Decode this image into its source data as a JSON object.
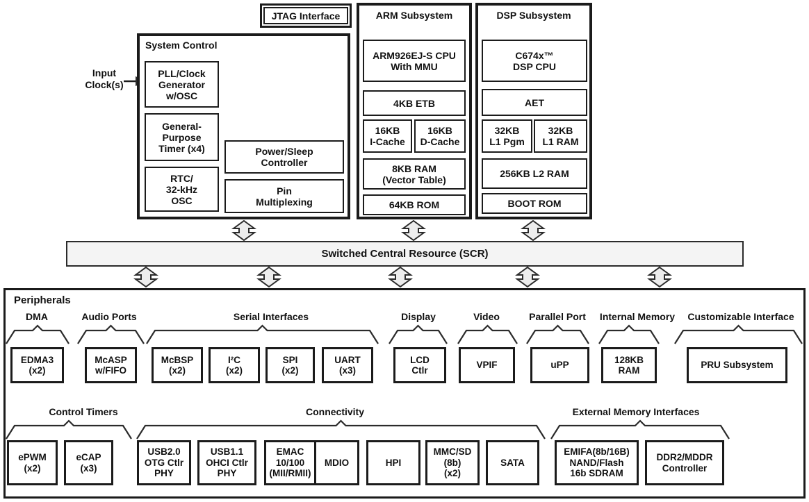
{
  "top": {
    "input_clock": [
      "Input",
      "Clock(s)"
    ],
    "jtag_label": "JTAG Interface"
  },
  "system_control": {
    "title": "System Control",
    "pll": [
      "PLL/Clock",
      "Generator",
      "w/OSC"
    ],
    "gp_timer": [
      "General-",
      "Purpose",
      "Timer (x4)"
    ],
    "rtc": [
      "RTC/",
      "32-kHz",
      "OSC"
    ],
    "power_sleep": [
      "Power/Sleep",
      "Controller"
    ],
    "pin_mux": [
      "Pin",
      "Multiplexing"
    ]
  },
  "arm_subsystem": {
    "title": "ARM Subsystem",
    "cpu": [
      "ARM926EJ-S CPU",
      "With MMU"
    ],
    "etb": "4KB ETB",
    "icache": [
      "16KB",
      "I-Cache"
    ],
    "dcache": [
      "16KB",
      "D-Cache"
    ],
    "vector_ram": [
      "8KB RAM",
      "(Vector Table)"
    ],
    "rom": "64KB ROM"
  },
  "dsp_subsystem": {
    "title": "DSP Subsystem",
    "cpu": [
      "C674x™",
      "DSP CPU"
    ],
    "aet": "AET",
    "l1_pgm": [
      "32KB",
      "L1 Pgm"
    ],
    "l1_ram": [
      "32KB",
      "L1 RAM"
    ],
    "l2_ram": "256KB L2 RAM",
    "boot_rom": "BOOT ROM"
  },
  "scr": {
    "label": "Switched Central Resource (SCR)"
  },
  "peripherals": {
    "title": "Peripherals",
    "row1": {
      "dma_label": "DMA",
      "audio_label": "Audio Ports",
      "serial_label": "Serial Interfaces",
      "display_label": "Display",
      "video_label": "Video",
      "parallel_label": "Parallel Port",
      "intmem_label": "Internal Memory",
      "custom_label": "Customizable Interface",
      "edma3": [
        "EDMA3",
        "(x2)"
      ],
      "mcasp": [
        "McASP",
        "w/FIFO"
      ],
      "mcbsp": [
        "McBSP",
        "(x2)"
      ],
      "i2c": [
        "I²C",
        "(x2)"
      ],
      "spi": [
        "SPI",
        "(x2)"
      ],
      "uart": [
        "UART",
        "(x3)"
      ],
      "lcd": [
        "LCD",
        "Ctlr"
      ],
      "vpif": "VPIF",
      "upp": "uPP",
      "ram128": [
        "128KB",
        "RAM"
      ],
      "pru": "PRU Subsystem"
    },
    "row2": {
      "timers_label": "Control Timers",
      "connectivity_label": "Connectivity",
      "extmem_label": "External Memory Interfaces",
      "epwm": [
        "ePWM",
        "(x2)"
      ],
      "ecap": [
        "eCAP",
        "(x3)"
      ],
      "usb20": [
        "USB2.0",
        "OTG Ctlr",
        "PHY"
      ],
      "usb11": [
        "USB1.1",
        "OHCI Ctlr",
        "PHY"
      ],
      "emac": [
        "EMAC",
        "10/100",
        "(MII/RMII)"
      ],
      "mdio": "MDIO",
      "hpi": "HPI",
      "mmcsd": [
        "MMC/SD",
        "(8b)",
        "(x2)"
      ],
      "sata": "SATA",
      "emifa": [
        "EMIFA(8b/16B)",
        "NAND/Flash",
        "16b SDRAM"
      ],
      "ddr2": [
        "DDR2/MDDR",
        "Controller"
      ]
    }
  },
  "colors": {
    "line": "#1b1b1b",
    "arrow_fill": "#ededed",
    "scr_fill": "#f4f4f4"
  }
}
